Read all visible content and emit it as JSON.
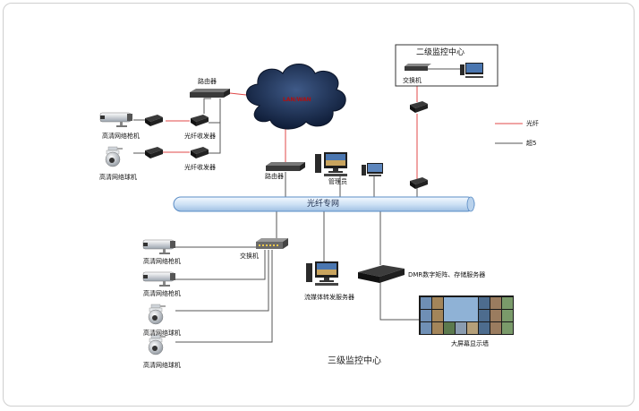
{
  "diagram": {
    "title": "三级监控中心",
    "level2_center": {
      "title": "二级监控中心",
      "switch_label": "交换机"
    },
    "cloud_label": "LAN/WAN",
    "bus_label": "光纤专网",
    "router_top_label": "路由器",
    "router_bus_label": "路由器",
    "admin_label": "管理员",
    "fiber_transceiver_1": "光纤收发器",
    "fiber_transceiver_2": "光纤收发器",
    "top_camera_1": "高清网络枪机",
    "top_camera_2": "高清网络球机",
    "switch_label": "交换机",
    "bottom_cameras": [
      "高清网络枪机",
      "高清网络枪机",
      "高清网络球机",
      "高清网络球机"
    ],
    "stream_server_label": "流媒体转发服务器",
    "dmr_label": "DMR数字矩阵、存储服务器",
    "video_wall_label": "大屏幕显示墙",
    "legend": [
      {
        "label": "光纤",
        "color": "#e04848"
      },
      {
        "label": "超5",
        "color": "#555555"
      }
    ]
  },
  "colors": {
    "fiber": "#e04848",
    "cable": "#555555",
    "bus_fill": "#dbe9f7",
    "bus_stroke": "#5a8cc5",
    "cloud": "#1b2f55"
  }
}
